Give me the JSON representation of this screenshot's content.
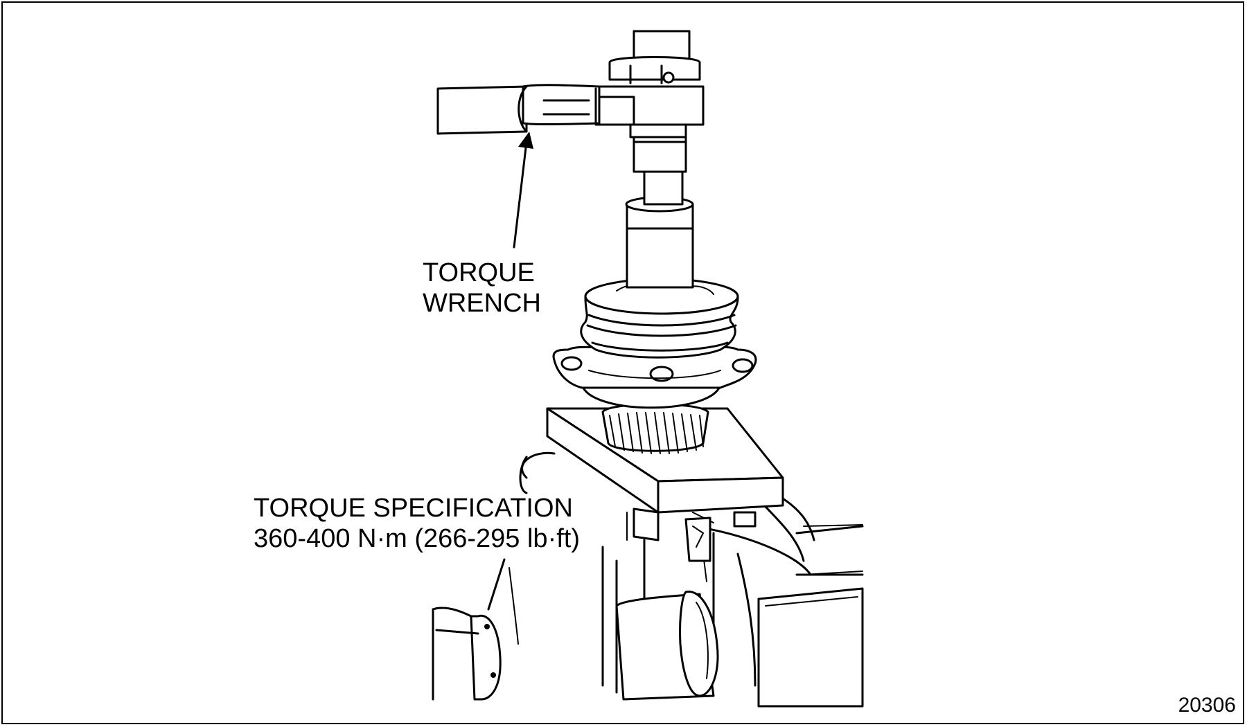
{
  "callouts": {
    "torque_wrench": [
      "TORQUE",
      "WRENCH"
    ],
    "torque_specification": [
      "TORQUE SPECIFICATION",
      "360-400 N·m (266-295 lb·ft)"
    ]
  },
  "figure_number": "20306",
  "colors": {
    "line": "#000000",
    "background": "#ffffff"
  }
}
